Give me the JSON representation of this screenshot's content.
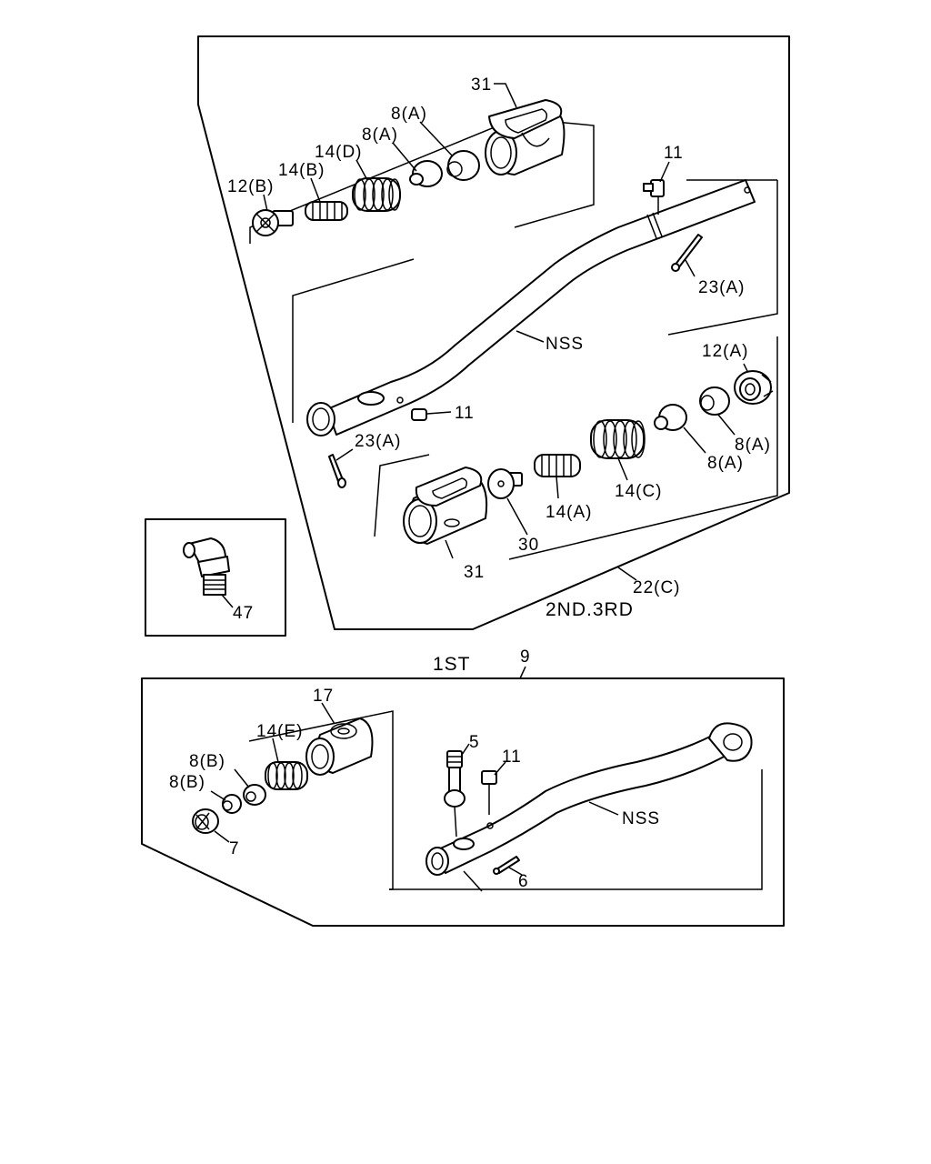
{
  "groups": {
    "upper": "2ND.3RD",
    "lower": "1ST",
    "lower_ref": "9"
  },
  "callouts": {
    "p31_top": "31",
    "p8a_1": "8(A)",
    "p8a_2": "8(A)",
    "p14d": "14(D)",
    "p14b": "14(B)",
    "p12b": "12(B)",
    "p11_top": "11",
    "p23a_right": "23(A)",
    "nss_upper": "NSS",
    "p12a": "12(A)",
    "p11_mid": "11",
    "p23a_left": "23(A)",
    "p8a_3": "8(A)",
    "p8a_4": "8(A)",
    "p14c": "14(C)",
    "p14a": "14(A)",
    "p30": "30",
    "p31_bottom": "31",
    "p22c": "22(C)",
    "p47": "47",
    "p17": "17",
    "p14e": "14(E)",
    "p8b_1": "8(B)",
    "p8b_2": "8(B)",
    "p7": "7",
    "p5": "5",
    "p11_low": "11",
    "nss_lower": "NSS",
    "p6": "6"
  }
}
